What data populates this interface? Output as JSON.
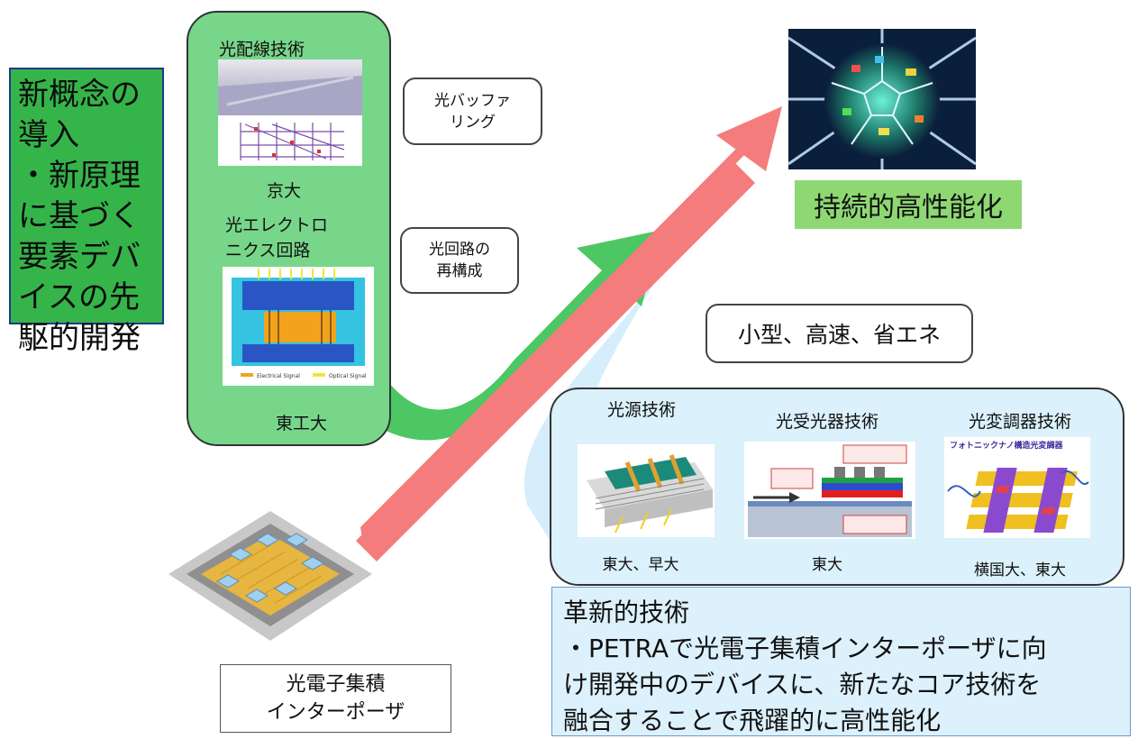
{
  "concept": {
    "lines": [
      "新概念の",
      "導入",
      "・新原理",
      "に基づく",
      "要素デバ",
      "イスの先",
      "駆的開発"
    ]
  },
  "optical_wiring": {
    "title": "光配線技術",
    "institution": "京大"
  },
  "optoelectronic_circuit": {
    "title_lines": [
      "光エレクトロ",
      "ニクス回路"
    ],
    "institution": "東工大",
    "chip_legend": [
      "Electrical Signal",
      "Optical Signal"
    ]
  },
  "bubbles": {
    "buffering": [
      "光バッファ",
      "リング"
    ],
    "reconfig": [
      "光回路の",
      "再構成"
    ],
    "size_speed": "小型、高速、省エネ"
  },
  "performance_label": "持続的高性能化",
  "tech_panel": {
    "items": [
      {
        "title": "光源技術",
        "institution": "東大、早大"
      },
      {
        "title": "光受光器技術",
        "institution": "東大"
      },
      {
        "title": "光変調器技術",
        "institution": "横国大、東大"
      }
    ],
    "modulator_image_caption": "フォトニックナノ構造光変調器"
  },
  "innovation": {
    "lines": [
      "革新的技術",
      "・PETRAで光電子集積インターポーザに向",
      "け開発中のデバイスに、新たなコア技術を",
      "融合することで飛躍的に高性能化"
    ]
  },
  "interposer": {
    "lines": [
      "光電子集積",
      "インターポーザ"
    ]
  },
  "colors": {
    "concept_green": "#35b44a",
    "panel_green": "#78d68a",
    "arrow_pink": "#f47c7c",
    "arrow_green": "#4cc764",
    "arrow_lightblue": "#d6eefb",
    "performance_green": "#8ed873",
    "tech_blue": "#dbf1fb"
  }
}
